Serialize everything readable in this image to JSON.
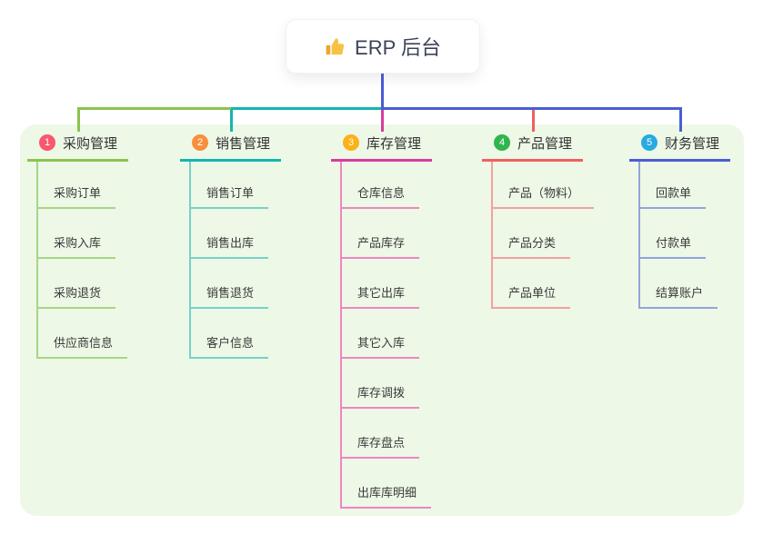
{
  "root": {
    "title": "ERP 后台",
    "icon": "thumbs-up"
  },
  "panel": {
    "bg": "#edf8e7"
  },
  "connector": {
    "root_color": "#4a5bd4"
  },
  "branches": [
    {
      "num": "1",
      "title": "采购管理",
      "badge_color": "#f8576f",
      "line_color": "#8cc34f",
      "child_line_color": "#a9d585",
      "children": [
        "采购订单",
        "采购入库",
        "采购退货",
        "供应商信息"
      ]
    },
    {
      "num": "2",
      "title": "销售管理",
      "badge_color": "#f88f3e",
      "line_color": "#12b7ae",
      "child_line_color": "#79d0c9",
      "children": [
        "销售订单",
        "销售出库",
        "销售退货",
        "客户信息"
      ]
    },
    {
      "num": "3",
      "title": "库存管理",
      "badge_color": "#fcb118",
      "line_color": "#d83c9e",
      "child_line_color": "#ee86c1",
      "children": [
        "仓库信息",
        "产品库存",
        "其它出库",
        "其它入库",
        "库存调拨",
        "库存盘点",
        "出库库明细"
      ]
    },
    {
      "num": "4",
      "title": "产品管理",
      "badge_color": "#2fb44f",
      "line_color": "#f15f5f",
      "child_line_color": "#f5a0a0",
      "children": [
        "产品（物料）",
        "产品分类",
        "产品单位"
      ]
    },
    {
      "num": "5",
      "title": "财务管理",
      "badge_color": "#27a9e3",
      "line_color": "#4a5ed3",
      "child_line_color": "#93a4da",
      "children": [
        "回款单",
        "付款单",
        "结算账户"
      ]
    }
  ]
}
